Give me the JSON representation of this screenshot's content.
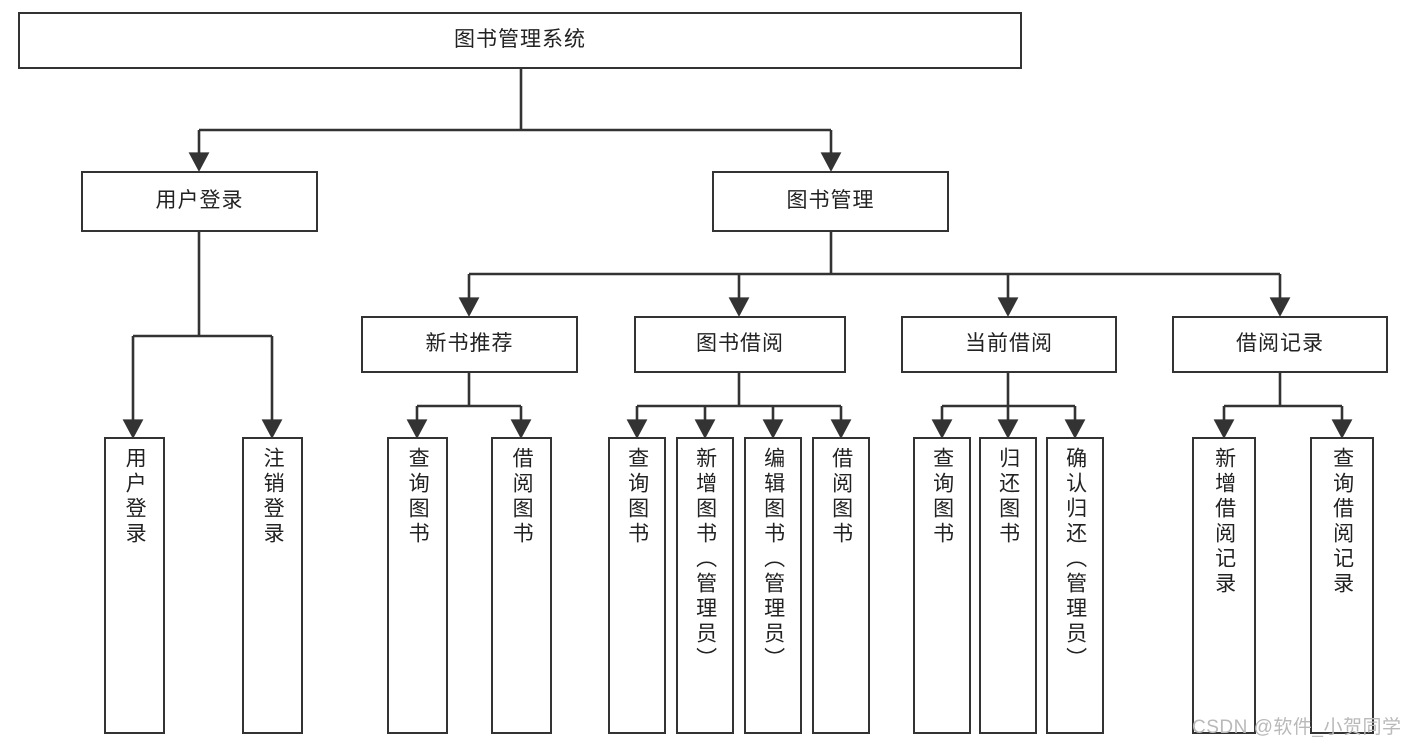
{
  "diagram": {
    "title": "图书管理系统",
    "type": "tree-hierarchy",
    "stroke_color": "#333333",
    "background_color": "#ffffff",
    "text_color": "#222222",
    "root": {
      "label": "图书管理系统"
    },
    "level2": [
      {
        "label": "用户登录"
      },
      {
        "label": "图书管理"
      }
    ],
    "level3": [
      {
        "label": "新书推荐"
      },
      {
        "label": "图书借阅"
      },
      {
        "label": "当前借阅"
      },
      {
        "label": "借阅记录"
      }
    ],
    "leaves": {
      "user_login": [
        {
          "label": "用户登录"
        },
        {
          "label": "注销登录"
        }
      ],
      "new_book_recommend": [
        {
          "label": "查询图书"
        },
        {
          "label": "借阅图书"
        }
      ],
      "book_borrow": [
        {
          "label": "查询图书"
        },
        {
          "label": "新增图书（管理员）"
        },
        {
          "label": "编辑图书（管理员）"
        },
        {
          "label": "借阅图书"
        }
      ],
      "current_borrow": [
        {
          "label": "查询图书"
        },
        {
          "label": "归还图书"
        },
        {
          "label": "确认归还（管理员）"
        }
      ],
      "borrow_record": [
        {
          "label": "新增借阅记录"
        },
        {
          "label": "查询借阅记录"
        }
      ]
    }
  },
  "watermark": {
    "text": "CSDN @软件_小贺同学"
  }
}
